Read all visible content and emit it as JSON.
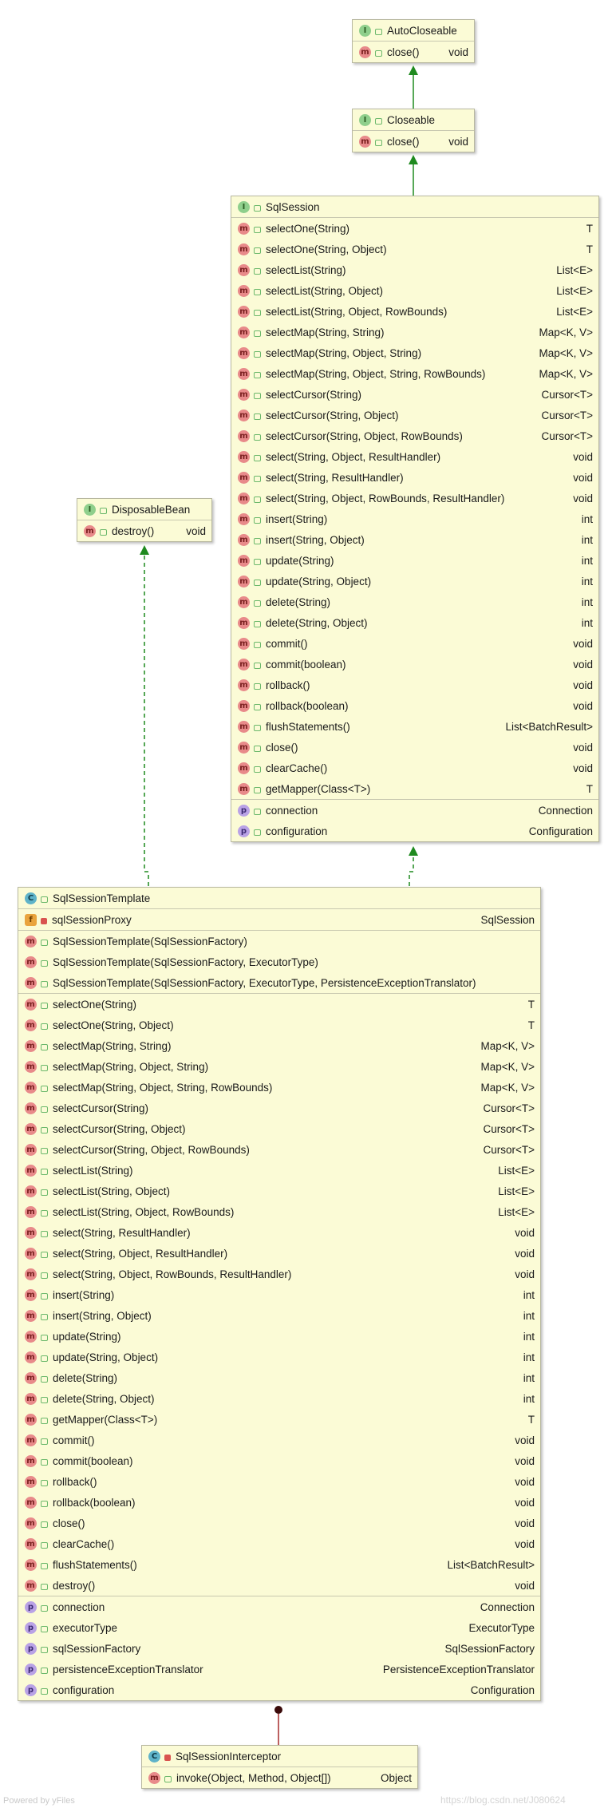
{
  "autocloseable": {
    "name": "AutoCloseable",
    "methods": [
      {
        "name": "close()",
        "type": "void"
      }
    ]
  },
  "closeable": {
    "name": "Closeable",
    "methods": [
      {
        "name": "close()",
        "type": "void"
      }
    ]
  },
  "sqlsession": {
    "name": "SqlSession",
    "methods": [
      {
        "name": "selectOne(String)",
        "type": "T"
      },
      {
        "name": "selectOne(String, Object)",
        "type": "T"
      },
      {
        "name": "selectList(String)",
        "type": "List<E>"
      },
      {
        "name": "selectList(String, Object)",
        "type": "List<E>"
      },
      {
        "name": "selectList(String, Object, RowBounds)",
        "type": "List<E>"
      },
      {
        "name": "selectMap(String, String)",
        "type": "Map<K, V>"
      },
      {
        "name": "selectMap(String, Object, String)",
        "type": "Map<K, V>"
      },
      {
        "name": "selectMap(String, Object, String, RowBounds)",
        "type": "Map<K, V>"
      },
      {
        "name": "selectCursor(String)",
        "type": "Cursor<T>"
      },
      {
        "name": "selectCursor(String, Object)",
        "type": "Cursor<T>"
      },
      {
        "name": "selectCursor(String, Object, RowBounds)",
        "type": "Cursor<T>"
      },
      {
        "name": "select(String, Object, ResultHandler)",
        "type": "void"
      },
      {
        "name": "select(String, ResultHandler)",
        "type": "void"
      },
      {
        "name": "select(String, Object, RowBounds, ResultHandler)",
        "type": "void"
      },
      {
        "name": "insert(String)",
        "type": "int"
      },
      {
        "name": "insert(String, Object)",
        "type": "int"
      },
      {
        "name": "update(String)",
        "type": "int"
      },
      {
        "name": "update(String, Object)",
        "type": "int"
      },
      {
        "name": "delete(String)",
        "type": "int"
      },
      {
        "name": "delete(String, Object)",
        "type": "int"
      },
      {
        "name": "commit()",
        "type": "void"
      },
      {
        "name": "commit(boolean)",
        "type": "void"
      },
      {
        "name": "rollback()",
        "type": "void"
      },
      {
        "name": "rollback(boolean)",
        "type": "void"
      },
      {
        "name": "flushStatements()",
        "type": "List<BatchResult>"
      },
      {
        "name": "close()",
        "type": "void"
      },
      {
        "name": "clearCache()",
        "type": "void"
      },
      {
        "name": "getMapper(Class<T>)",
        "type": "T"
      }
    ],
    "properties": [
      {
        "name": "connection",
        "type": "Connection"
      },
      {
        "name": "configuration",
        "type": "Configuration"
      }
    ]
  },
  "disposablebean": {
    "name": "DisposableBean",
    "methods": [
      {
        "name": "destroy()",
        "type": "void"
      }
    ]
  },
  "template": {
    "name": "SqlSessionTemplate",
    "fields": [
      {
        "name": "sqlSessionProxy",
        "type": "SqlSession"
      }
    ],
    "constructors": [
      {
        "name": "SqlSessionTemplate(SqlSessionFactory)",
        "type": ""
      },
      {
        "name": "SqlSessionTemplate(SqlSessionFactory, ExecutorType)",
        "type": ""
      },
      {
        "name": "SqlSessionTemplate(SqlSessionFactory, ExecutorType, PersistenceExceptionTranslator)",
        "type": ""
      }
    ],
    "methods": [
      {
        "name": "selectOne(String)",
        "type": "T"
      },
      {
        "name": "selectOne(String, Object)",
        "type": "T"
      },
      {
        "name": "selectMap(String, String)",
        "type": "Map<K, V>"
      },
      {
        "name": "selectMap(String, Object, String)",
        "type": "Map<K, V>"
      },
      {
        "name": "selectMap(String, Object, String, RowBounds)",
        "type": "Map<K, V>"
      },
      {
        "name": "selectCursor(String)",
        "type": "Cursor<T>"
      },
      {
        "name": "selectCursor(String, Object)",
        "type": "Cursor<T>"
      },
      {
        "name": "selectCursor(String, Object, RowBounds)",
        "type": "Cursor<T>"
      },
      {
        "name": "selectList(String)",
        "type": "List<E>"
      },
      {
        "name": "selectList(String, Object)",
        "type": "List<E>"
      },
      {
        "name": "selectList(String, Object, RowBounds)",
        "type": "List<E>"
      },
      {
        "name": "select(String, ResultHandler)",
        "type": "void"
      },
      {
        "name": "select(String, Object, ResultHandler)",
        "type": "void"
      },
      {
        "name": "select(String, Object, RowBounds, ResultHandler)",
        "type": "void"
      },
      {
        "name": "insert(String)",
        "type": "int"
      },
      {
        "name": "insert(String, Object)",
        "type": "int"
      },
      {
        "name": "update(String)",
        "type": "int"
      },
      {
        "name": "update(String, Object)",
        "type": "int"
      },
      {
        "name": "delete(String)",
        "type": "int"
      },
      {
        "name": "delete(String, Object)",
        "type": "int"
      },
      {
        "name": "getMapper(Class<T>)",
        "type": "T"
      },
      {
        "name": "commit()",
        "type": "void"
      },
      {
        "name": "commit(boolean)",
        "type": "void"
      },
      {
        "name": "rollback()",
        "type": "void"
      },
      {
        "name": "rollback(boolean)",
        "type": "void"
      },
      {
        "name": "close()",
        "type": "void"
      },
      {
        "name": "clearCache()",
        "type": "void"
      },
      {
        "name": "flushStatements()",
        "type": "List<BatchResult>"
      },
      {
        "name": "destroy()",
        "type": "void"
      }
    ],
    "properties": [
      {
        "name": "connection",
        "type": "Connection"
      },
      {
        "name": "executorType",
        "type": "ExecutorType"
      },
      {
        "name": "sqlSessionFactory",
        "type": "SqlSessionFactory"
      },
      {
        "name": "persistenceExceptionTranslator",
        "type": "PersistenceExceptionTranslator"
      },
      {
        "name": "configuration",
        "type": "Configuration"
      }
    ]
  },
  "interceptor": {
    "name": "SqlSessionInterceptor",
    "methods": [
      {
        "name": "invoke(Object, Method, Object[])",
        "type": "Object"
      }
    ]
  },
  "footer": "Powered by yFiles",
  "watermark": "https://blog.csdn.net/J080624",
  "colors": {
    "box_bg": "#fbfbd6",
    "arrow_green": "#1f8a1f",
    "composition_red": "#a52a2a"
  }
}
